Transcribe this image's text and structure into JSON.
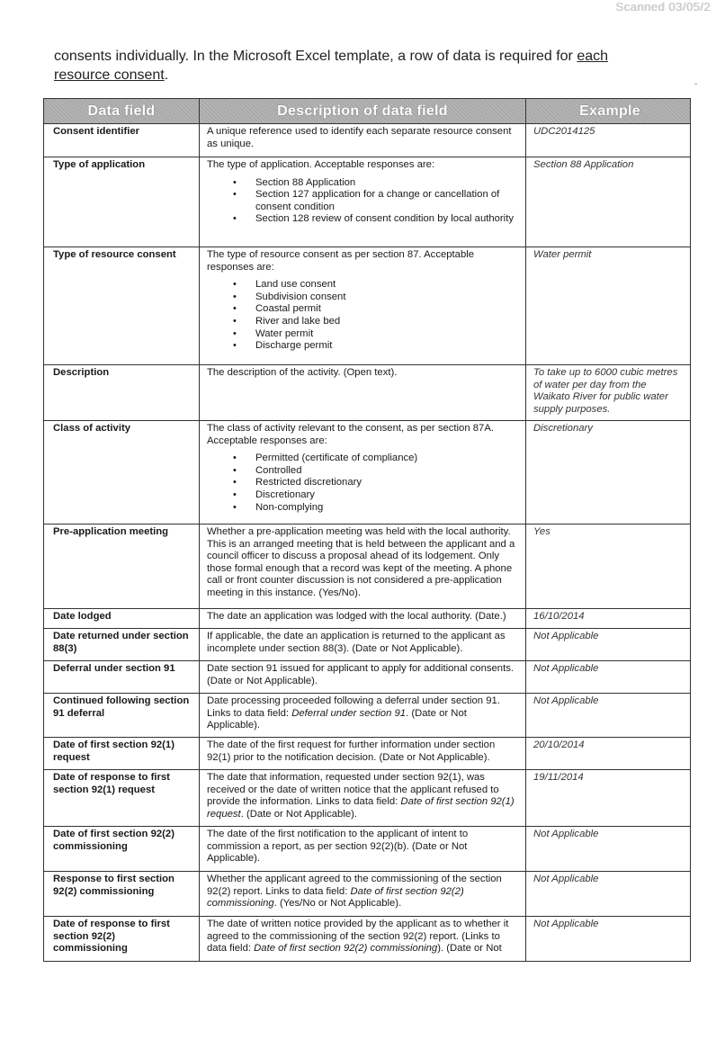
{
  "stamp": "Scanned 03/05/2",
  "intro": {
    "before": "consents individually. In the Microsoft Excel template, a row of data is required for ",
    "underline_1": "each",
    "underline_2": "resource consent",
    "after": "."
  },
  "margin_mark": "-",
  "table": {
    "headers": [
      "Data field",
      "Description of data field",
      "Example"
    ],
    "rows": [
      {
        "field": "Consent identifier",
        "desc": "A unique reference used to identify each separate resource consent as unique.",
        "example": "UDC2014125"
      },
      {
        "field": "Type of application",
        "desc": "The type of application. Acceptable responses are:",
        "bullets": [
          "Section 88 Application",
          "Section 127 application for a change or cancellation of consent condition",
          "Section 128 review of consent condition by local authority"
        ],
        "example": "Section 88 Application"
      },
      {
        "field": "Type of resource consent",
        "desc": "The type of resource consent as per section 87. Acceptable responses are:",
        "bullets": [
          "Land use consent",
          "Subdivision consent",
          "Coastal permit",
          "River and lake bed",
          "Water permit",
          "Discharge permit"
        ],
        "example": "Water permit"
      },
      {
        "field": "Description",
        "desc": "The description of the activity. (Open text).",
        "example": "To take up to 6000 cubic metres of water per day from the Waikato River for public water supply purposes."
      },
      {
        "field": "Class of activity",
        "desc": "The class of activity relevant to the consent, as per section 87A. Acceptable responses are:",
        "bullets": [
          "Permitted (certificate of compliance)",
          "Controlled",
          "Restricted discretionary",
          "Discretionary",
          "Non-complying"
        ],
        "example": "Discretionary"
      },
      {
        "field": "Pre-application meeting",
        "desc": "Whether a pre-application meeting was held with the local authority. This is an arranged meeting that is held between the applicant and a council officer to discuss a proposal ahead of its lodgement. Only those formal enough that a record was kept of the meeting. A phone call or front counter discussion is not considered a pre-application meeting in this instance. (Yes/No).",
        "example": "Yes"
      },
      {
        "field": "Date lodged",
        "desc": "The date an application was lodged with the local authority. (Date.)",
        "example": "16/10/2014"
      },
      {
        "field": "Date returned under section 88(3)",
        "desc": "If applicable, the date an application is returned to the applicant as incomplete under section 88(3). (Date or Not Applicable).",
        "example": "Not Applicable"
      },
      {
        "field": "Deferral under section 91",
        "desc": "Date section 91 issued for applicant to apply for additional consents. (Date or Not Applicable).",
        "example": "Not Applicable"
      },
      {
        "field": "Continued following section 91 deferral",
        "desc_pre": "Date processing proceeded following a deferral under section 91. Links to data field: ",
        "desc_link": "Deferral under section 91",
        "desc_post": ". (Date or Not Applicable).",
        "example": "Not Applicable"
      },
      {
        "field": "Date of first section 92(1) request",
        "desc": "The date of the first request for further information under section 92(1) prior to the notification decision. (Date or Not Applicable).",
        "example": "20/10/2014"
      },
      {
        "field": "Date of response to first section 92(1) request",
        "desc_pre": "The date that information, requested under section 92(1), was received or the date of written notice that the applicant refused to provide the information. Links to data field: ",
        "desc_link": "Date of first section 92(1) request",
        "desc_post": ". (Date or Not Applicable).",
        "example": "19/11/2014"
      },
      {
        "field": "Date of first section 92(2) commissioning",
        "desc": "The date of the first notification to the applicant of intent to commission a report, as per section 92(2)(b). (Date or Not Applicable).",
        "example": "Not Applicable"
      },
      {
        "field": "Response to first section 92(2) commissioning",
        "desc_pre": "Whether the applicant agreed to the commissioning of the section 92(2) report. Links to data field: ",
        "desc_link": "Date of first section 92(2) commissioning",
        "desc_post": ". (Yes/No or Not Applicable).",
        "example": "Not Applicable"
      },
      {
        "field": "Date of response to first section 92(2) commissioning",
        "desc_pre": "The date of written notice provided by the applicant as to whether it agreed to the commissioning of the section 92(2) report. (Links to data field: ",
        "desc_link": "Date of first section 92(2) commissioning",
        "desc_post": "). (Date or Not",
        "example": "Not Applicable"
      }
    ]
  }
}
